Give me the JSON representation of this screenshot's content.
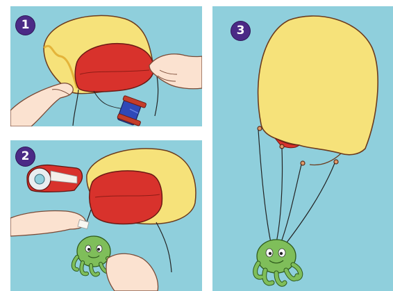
{
  "panels": [
    {
      "step": "1"
    },
    {
      "step": "2"
    },
    {
      "step": "3"
    }
  ],
  "colors": {
    "background": "#8fcfdc",
    "canopy_yellow": "#f6e27a",
    "canopy_red": "#d8322c",
    "octopus_green": "#7fbe5a",
    "spool_blue": "#2f49b8",
    "step_badge": "#4b2a86"
  }
}
